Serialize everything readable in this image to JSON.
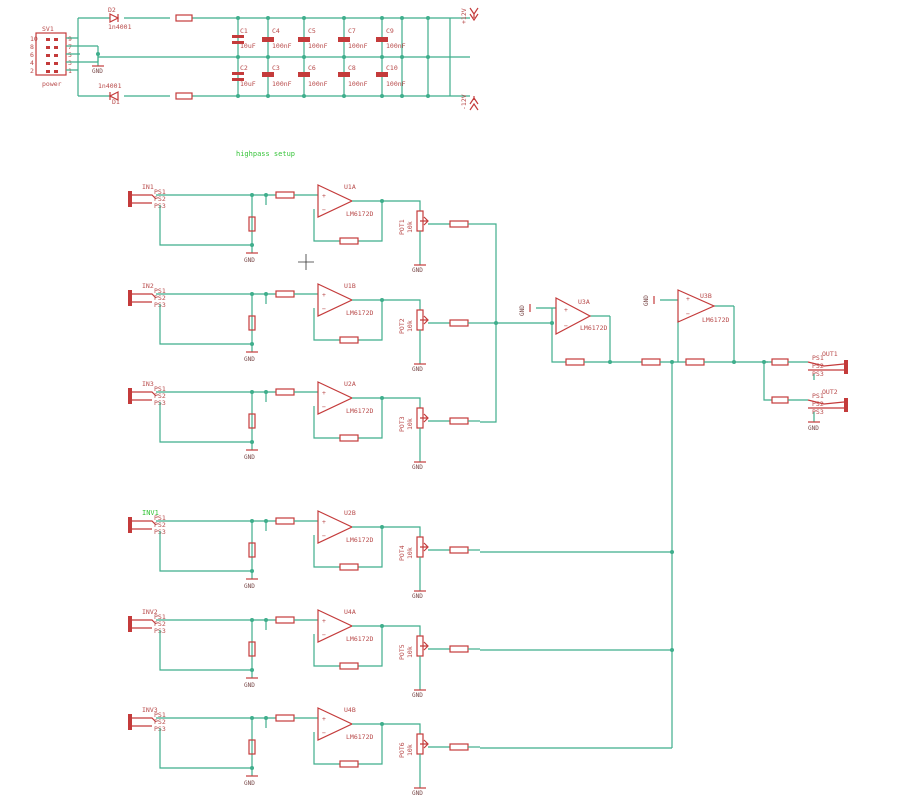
{
  "title": "highpass setup",
  "power": {
    "connector": "SV1",
    "connector_sub": "power",
    "pins_left": [
      "10",
      "8",
      "6",
      "4",
      "2"
    ],
    "pins_right": [
      "9",
      "7",
      "5",
      "3",
      "1"
    ],
    "diodes": [
      {
        "name": "D2",
        "value": "1n4001"
      },
      {
        "name": "D1",
        "value": "1n4001"
      }
    ],
    "gnd": "GND",
    "caps": [
      {
        "name": "C1",
        "value": "10uF"
      },
      {
        "name": "C2",
        "value": "10uF"
      },
      {
        "name": "C4",
        "value": "100nF"
      },
      {
        "name": "C3",
        "value": "100nF"
      },
      {
        "name": "C5",
        "value": "100nF"
      },
      {
        "name": "C6",
        "value": "100nF"
      },
      {
        "name": "C7",
        "value": "100nF"
      },
      {
        "name": "C8",
        "value": "100nF"
      },
      {
        "name": "C9",
        "value": "100nF"
      },
      {
        "name": "C10",
        "value": "100nF"
      }
    ],
    "rail_pos": "+12V",
    "rail_neg": "-12V"
  },
  "inputs": [
    {
      "jack": "IN1",
      "opamp": "U1A",
      "pot": "POT1",
      "potval": "10k",
      "part": "LM6172D",
      "gnd": "GND",
      "pins": [
        "PS1",
        "PS2",
        "PS3"
      ]
    },
    {
      "jack": "IN2",
      "opamp": "U1B",
      "pot": "POT2",
      "potval": "10k",
      "part": "LM6172D",
      "gnd": "GND",
      "pins": [
        "PS1",
        "PS2",
        "PS3"
      ]
    },
    {
      "jack": "IN3",
      "opamp": "U2A",
      "pot": "POT3",
      "potval": "10k",
      "part": "LM6172D",
      "gnd": "GND",
      "pins": [
        "PS1",
        "PS2",
        "PS3"
      ]
    },
    {
      "jack": "INV1",
      "opamp": "U2B",
      "pot": "POT4",
      "potval": "10k",
      "part": "LM6172D",
      "gnd": "GND",
      "pins": [
        "PS1",
        "PS2",
        "PS3"
      ]
    },
    {
      "jack": "INV2",
      "opamp": "U4A",
      "pot": "POT5",
      "potval": "10k",
      "part": "LM6172D",
      "gnd": "GND",
      "pins": [
        "PS1",
        "PS2",
        "PS3"
      ]
    },
    {
      "jack": "INV3",
      "opamp": "U4B",
      "pot": "POT6",
      "potval": "10k",
      "part": "LM6172D",
      "gnd": "GND",
      "pins": [
        "PS1",
        "PS2",
        "PS3"
      ]
    }
  ],
  "mixer": [
    {
      "opamp": "U3A",
      "part": "LM6172D",
      "gnd": "GND"
    },
    {
      "opamp": "U3B",
      "part": "LM6172D",
      "gnd": "GND"
    }
  ],
  "outputs": [
    {
      "jack": "OUT1",
      "pins": [
        "PS1",
        "PS2",
        "PS3"
      ]
    },
    {
      "jack": "OUT2",
      "pins": [
        "PS1",
        "PS2",
        "PS3"
      ]
    },
    {
      "gnd": "GND"
    }
  ],
  "colors": {
    "wire": "#3fae8c",
    "part": "#c43b3b",
    "label": "#b84a4a",
    "highlight": "#37c43a"
  }
}
